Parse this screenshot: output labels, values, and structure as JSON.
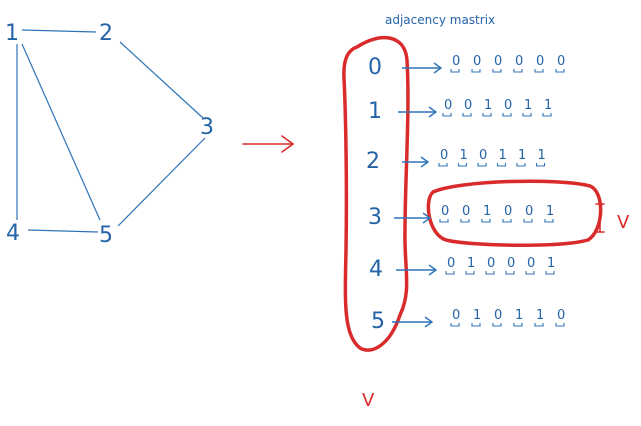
{
  "graph": {
    "nodes": [
      {
        "id": "1",
        "label": "1"
      },
      {
        "id": "2",
        "label": "2"
      },
      {
        "id": "3",
        "label": "3"
      },
      {
        "id": "4",
        "label": "4"
      },
      {
        "id": "5",
        "label": "5"
      }
    ],
    "edges": [
      [
        "1",
        "2"
      ],
      [
        "1",
        "4"
      ],
      [
        "1",
        "5"
      ],
      [
        "2",
        "3"
      ],
      [
        "3",
        "5"
      ],
      [
        "4",
        "5"
      ]
    ]
  },
  "matrix": {
    "title": "adjacency mastrix",
    "row_labels": [
      "0",
      "1",
      "2",
      "3",
      "4",
      "5"
    ],
    "rows": [
      [
        "0",
        "0",
        "0",
        "0",
        "0",
        "0"
      ],
      [
        "0",
        "0",
        "1",
        "0",
        "1",
        "1"
      ],
      [
        "0",
        "1",
        "0",
        "1",
        "1",
        "1"
      ],
      [
        "0",
        "0",
        "1",
        "0",
        "0",
        "1"
      ],
      [
        "0",
        "1",
        "0",
        "0",
        "0",
        "1"
      ],
      [
        "0",
        "1",
        "0",
        "1",
        "1",
        "0"
      ]
    ],
    "highlight_row": "3",
    "size_label_right": "V",
    "size_label_bottom": "V"
  },
  "colors": {
    "ink": "#2563a8",
    "highlight": "#d92b2b"
  }
}
